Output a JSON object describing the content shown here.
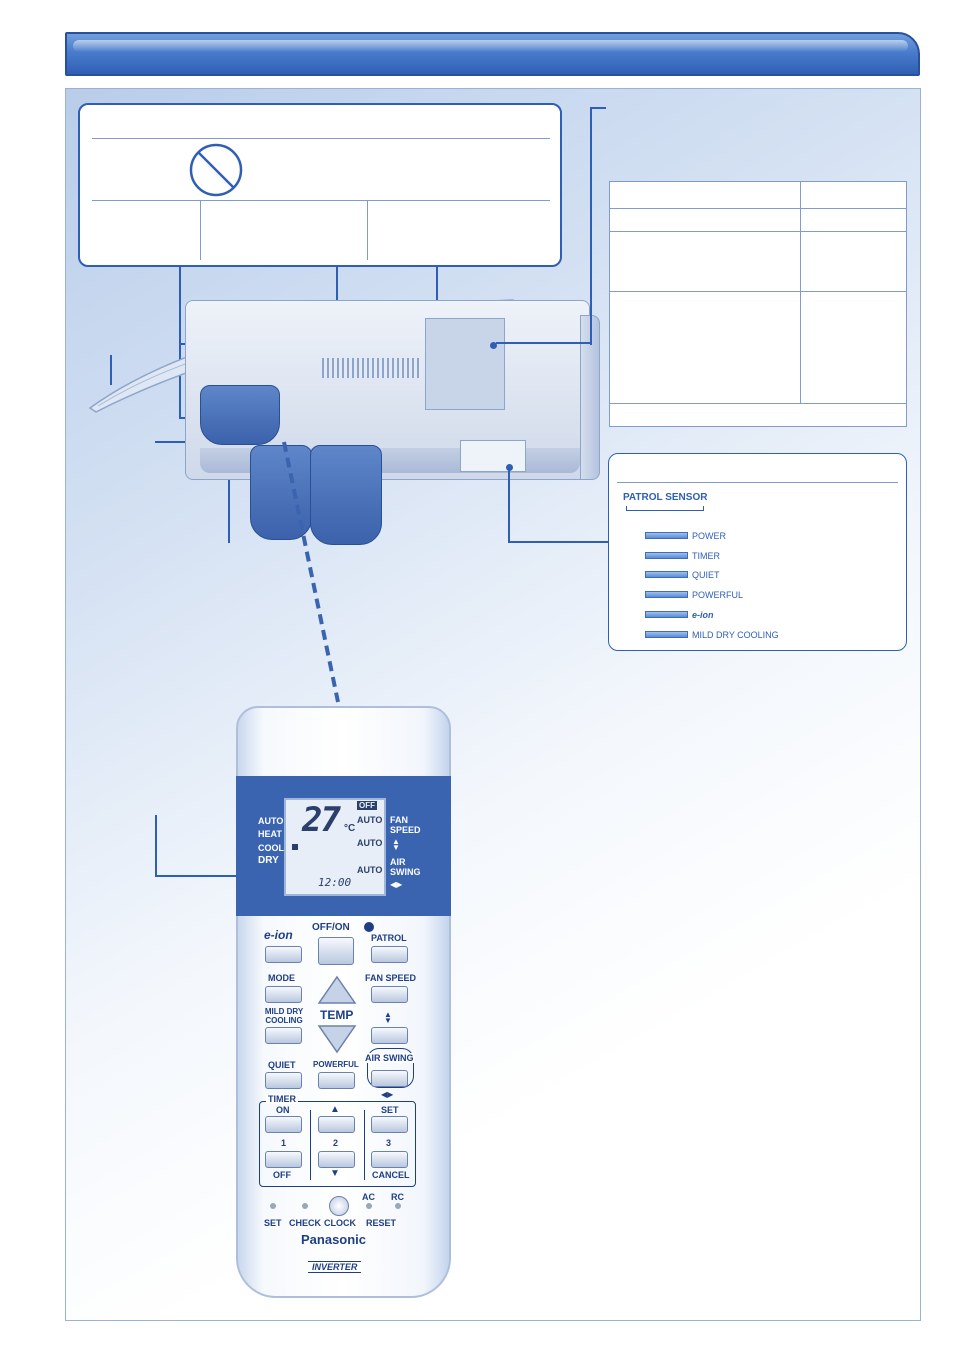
{
  "colors": {
    "accent": "#2f5fb4",
    "header_bar": "#4a7ccc",
    "panel_bg": "#d4e1f3"
  },
  "indicator_panel": {
    "sensor_label": "PATROL SENSOR",
    "indicators": [
      "POWER",
      "TIMER",
      "QUIET",
      "POWERFUL",
      "e-ion",
      "MILD DRY COOLING"
    ]
  },
  "remote": {
    "display": {
      "temperature": "27",
      "unit": "°C",
      "off_badge": "OFF",
      "modes": [
        "AUTO",
        "HEAT",
        "COOL",
        "DRY"
      ],
      "fan_auto": "AUTO",
      "mid_auto": "AUTO",
      "swing_auto": "AUTO",
      "fan_speed_label": "FAN SPEED",
      "air_swing_label": "AIR SWING",
      "clock": "12:00"
    },
    "buttons": {
      "eion": "e-ion",
      "offon": "OFF/ON",
      "patrol": "PATROL",
      "mode": "MODE",
      "fan_speed": "FAN SPEED",
      "mild_dry_cooling": "MILD DRY COOLING",
      "temp": "TEMP",
      "quiet": "QUIET",
      "powerful": "POWERFUL",
      "air_swing": "AIR SWING"
    },
    "timer": {
      "title": "TIMER",
      "on": "ON",
      "set": "SET",
      "one": "1",
      "two": "2",
      "three": "3",
      "off": "OFF",
      "cancel": "CANCEL"
    },
    "bottom": {
      "set": "SET",
      "check": "CHECK",
      "clock": "CLOCK",
      "ac": "AC",
      "rc": "RC",
      "reset": "RESET"
    },
    "brand": "Panasonic",
    "series": "INVERTER"
  }
}
